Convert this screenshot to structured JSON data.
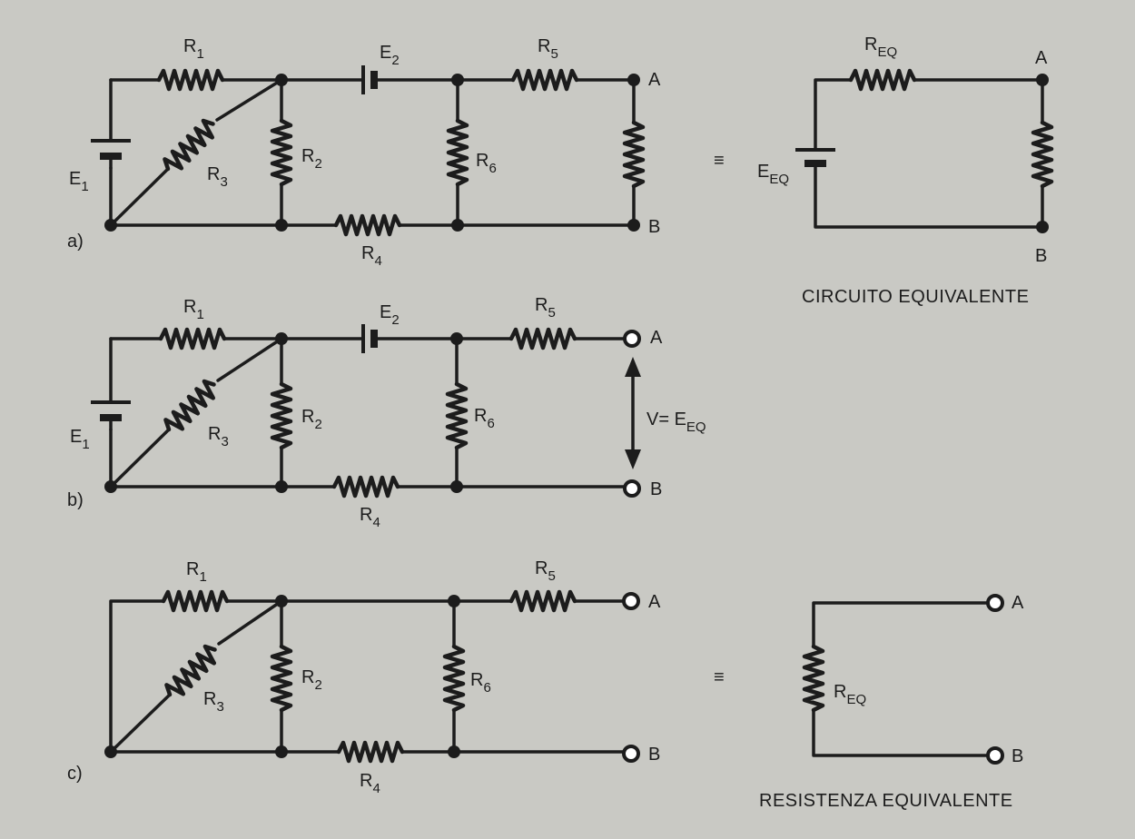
{
  "panel_labels": {
    "a": "a)",
    "b": "b)",
    "c": "c)"
  },
  "components": {
    "R": "R",
    "E": "E",
    "r1_sub": "1",
    "r2_sub": "2",
    "r3_sub": "3",
    "r4_sub": "4",
    "r5_sub": "5",
    "r6_sub": "6",
    "e1_sub": "1",
    "e2_sub": "2",
    "eq_sub": "EQ"
  },
  "terminals": {
    "a": "A",
    "b": "B"
  },
  "voltage_label": "V= E",
  "equivalence_symbol": "≡",
  "captions": {
    "thevenin": "CIRCUITO EQUIVALENTE",
    "resistance": "RESISTENZA EQUIVALENTE"
  }
}
